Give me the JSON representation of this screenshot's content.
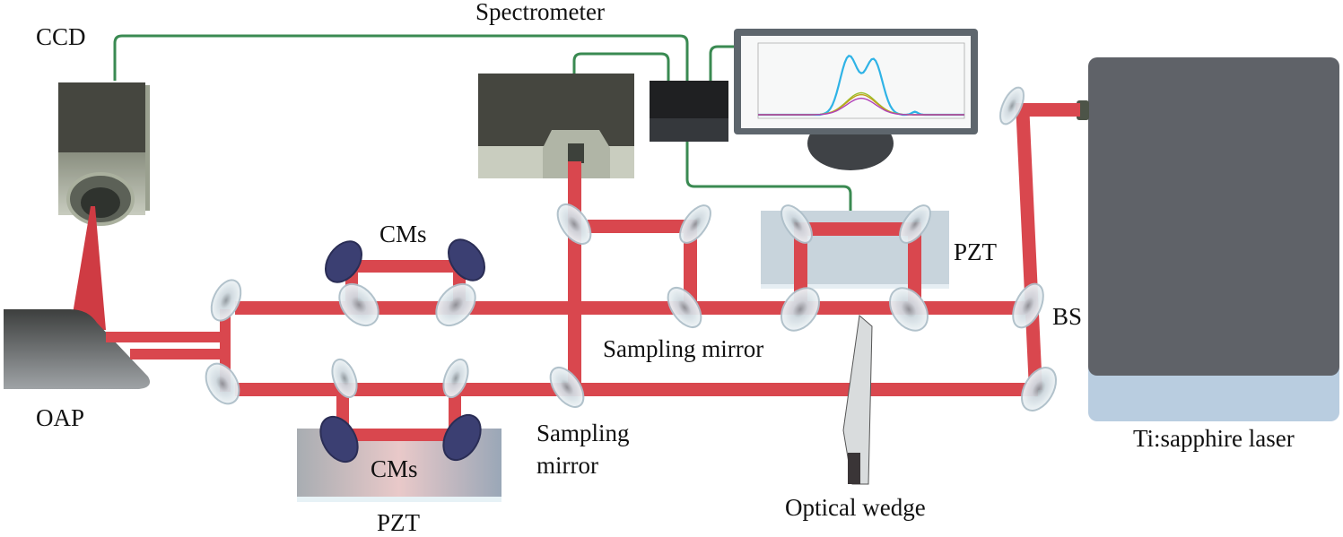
{
  "figure": {
    "title": "Optical setup schematic",
    "colors": {
      "beam": "#d9474e",
      "cable": "#3a8a52",
      "mirror": "#dde8ee",
      "chirped_mirror": "#3b3f72",
      "laser_body": "#5f6268",
      "laser_side": "#b9cde0",
      "device_dark": "#45463f",
      "device_light": "#c9cdbf",
      "stage_plate": "#c8d4dc"
    }
  },
  "labels": {
    "ccd": "CCD",
    "spectrometer": "Spectrometer",
    "cms_top": "CMs",
    "cms_bottom": "CMs",
    "pzt_right": "PZT",
    "pzt_bottom": "PZT",
    "bs": "BS",
    "oap": "OAP",
    "sampling_mirror_1": "Sampling mirror",
    "sampling_mirror_2_line1": "Sampling",
    "sampling_mirror_2_line2": "mirror",
    "optical_wedge": "Optical wedge",
    "laser": "Ti:sapphire laser"
  },
  "monitor_plot": {
    "series_colors": [
      "#2fb3e6",
      "#9bbf2a",
      "#c2a01c",
      "#b040b8"
    ]
  }
}
